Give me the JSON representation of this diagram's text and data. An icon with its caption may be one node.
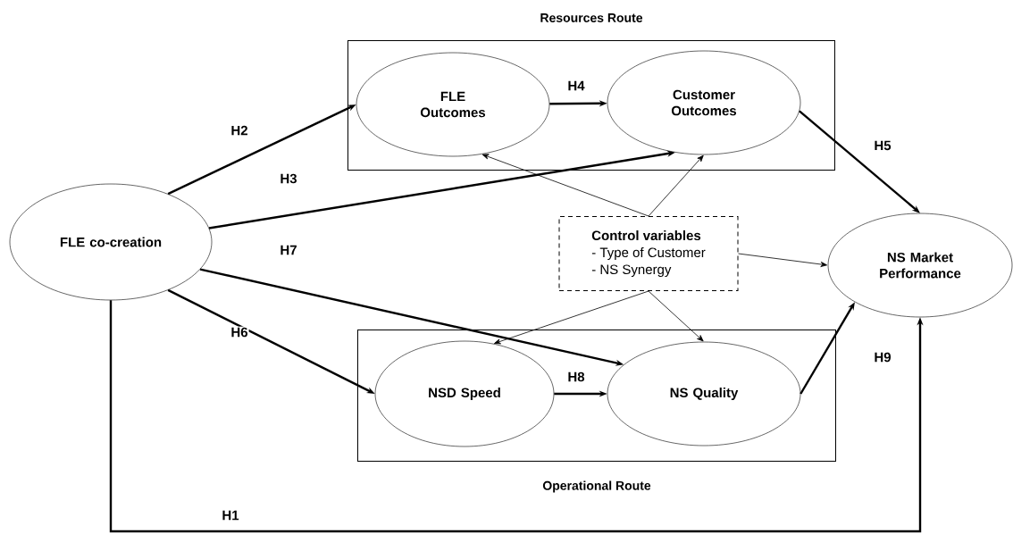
{
  "diagram": {
    "nodes": [
      {
        "text": [
          "Resources Route"
        ]
      },
      {
        "text": [
          "FLE Outcomes"
        ],
        "in": 0
      },
      {
        "text": [
          "Customer Outcomes"
        ],
        "in": 0
      },
      {
        "text": [
          "FLE co-creation"
        ]
      },
      {
        "text": [
          "Control variables",
          "- Type of Customer",
          "- NS Synergy"
        ]
      },
      {
        "text": [
          "NS Market Performance"
        ]
      },
      {
        "text": [
          "Operational Route"
        ]
      },
      {
        "text": [
          "NSD Speed"
        ],
        "in": 6
      },
      {
        "text": [
          "NS Quality"
        ],
        "in": 6
      }
    ],
    "edges": [
      {
        "from": 3,
        "to": 5,
        "arrow": "to",
        "label": "H1"
      },
      {
        "from": 3,
        "to": 1,
        "arrow": "to",
        "label": "H2"
      },
      {
        "from": 3,
        "to": 2,
        "arrow": "to",
        "label": "H3"
      },
      {
        "from": 1,
        "to": 2,
        "arrow": "to",
        "label": "H4"
      },
      {
        "from": 2,
        "to": 5,
        "arrow": "to",
        "label": "H5"
      },
      {
        "from": 3,
        "to": 7,
        "arrow": "to",
        "label": "H6"
      },
      {
        "from": 3,
        "to": 8,
        "arrow": "to",
        "label": "H7"
      },
      {
        "from": 7,
        "to": 8,
        "arrow": "to",
        "label": "H8"
      },
      {
        "from": 8,
        "to": 5,
        "arrow": "to",
        "label": "H9"
      },
      {
        "from": 4,
        "to": 1,
        "arrow": "to"
      },
      {
        "from": 4,
        "to": 2,
        "arrow": "to"
      },
      {
        "from": 4,
        "to": 5,
        "arrow": "to"
      },
      {
        "from": 4,
        "to": 7,
        "arrow": "to"
      },
      {
        "from": 4,
        "to": 8,
        "arrow": "to"
      }
    ]
  }
}
